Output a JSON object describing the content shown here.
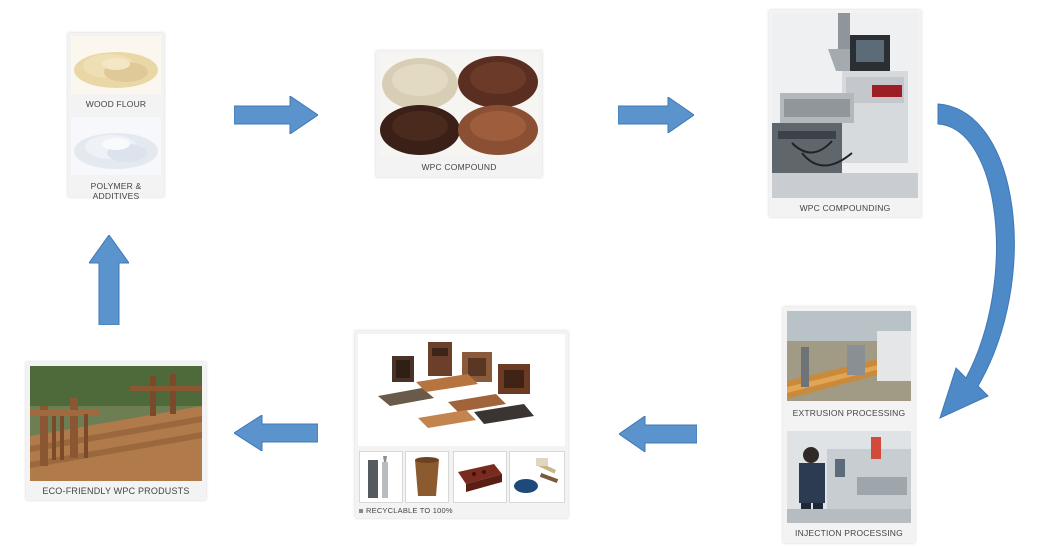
{
  "nodes": {
    "wood_flour": {
      "label": "WOOD FLOUR"
    },
    "polymer": {
      "label": "POLYMER & ADDITIVES"
    },
    "wpc_compound": {
      "label": "WPC COMPOUND"
    },
    "compounding": {
      "label": "WPC COMPOUNDING"
    },
    "extrusion": {
      "label": "EXTRUSION PROCESSING"
    },
    "injection": {
      "label": "INJECTION PROCESSING"
    },
    "recyclable": {
      "label": "RECYCLABLE TO 100%"
    },
    "eco_products": {
      "label": "ECO-FRIENDLY WPC PRODUSTS"
    }
  },
  "colors": {
    "arrow": "#5b93cc",
    "arrow_dark": "#3f78b4",
    "card_bg": "#f3f3f3"
  },
  "icons": {
    "arrow": "arrow-icon",
    "curved_arrow": "curved-arrow-icon",
    "bullet": "square-bullet-icon"
  }
}
